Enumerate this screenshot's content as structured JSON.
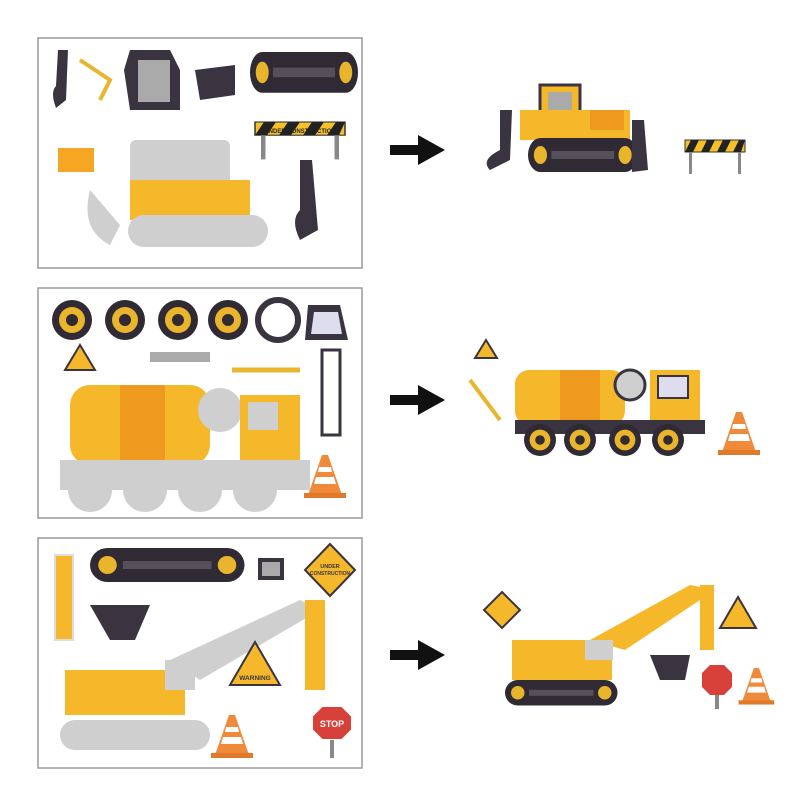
{
  "panels": [
    {
      "name": "bulldozer",
      "sign_text": "UNDER CONSTRUCTION"
    },
    {
      "name": "cement-mixer"
    },
    {
      "name": "excavator",
      "sign_under_line1": "UNDER",
      "sign_under_line2": "CONSTRUCTION",
      "warning_text": "WARNING",
      "stop_text": "STOP"
    }
  ],
  "colors": {
    "yellow": "#f5b82a",
    "orange": "#ee9a1e",
    "dark": "#3a3440",
    "gray": "#c9c9c9",
    "red": "#d8403a",
    "border": "#9a9a9a"
  }
}
